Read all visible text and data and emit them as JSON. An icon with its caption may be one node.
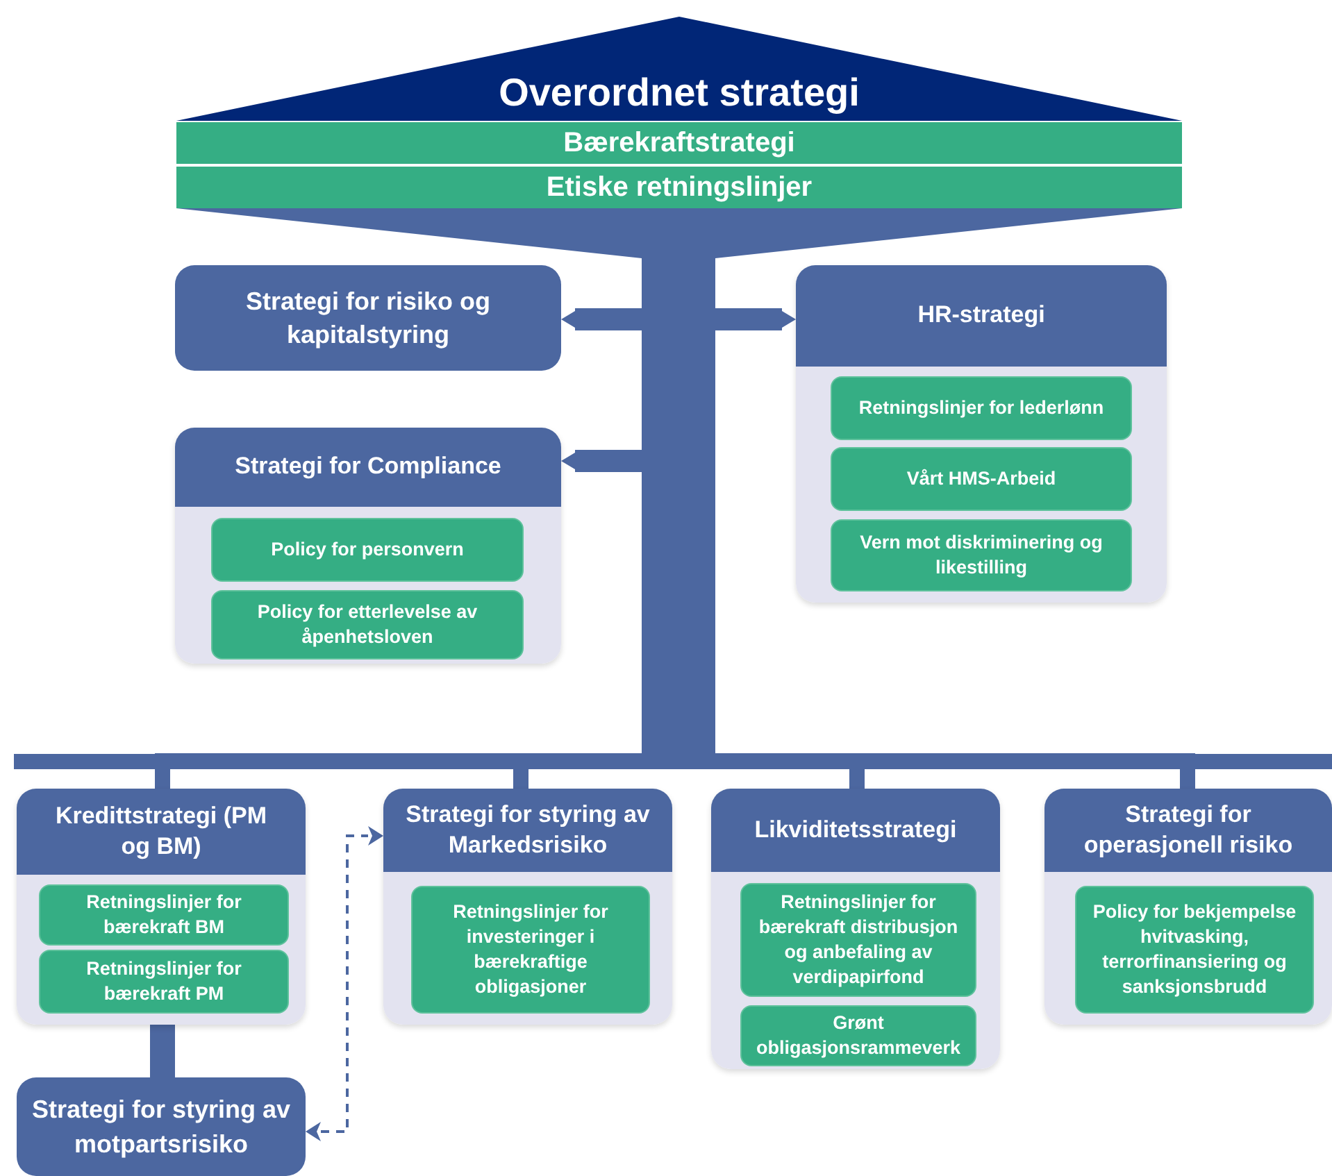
{
  "diagram": {
    "nodes": [
      {
        "text": [
          "Overordnet strategi"
        ]
      },
      {
        "text": [
          "Bærekraftstrategi"
        ]
      },
      {
        "text": [
          "Etiske retningslinjer"
        ]
      },
      {
        "text": [
          "Strategi for risiko og kapitalstyring"
        ]
      },
      {
        "text": [
          "HR-strategi"
        ]
      },
      {
        "text": [
          "Retningslinjer for lederlønn"
        ],
        "in": 4
      },
      {
        "text": [
          "Vårt HMS-Arbeid"
        ],
        "in": 4
      },
      {
        "text": [
          "Vern mot diskriminering og likestilling"
        ],
        "in": 4
      },
      {
        "text": [
          "Strategi for Compliance"
        ]
      },
      {
        "text": [
          "Policy for personvern"
        ],
        "in": 8
      },
      {
        "text": [
          "Policy for etterlevelse av åpenhetsloven"
        ],
        "in": 8
      },
      {
        "text": [
          "Kredittstrategi (PM og BM)"
        ]
      },
      {
        "text": [
          "Retningslinjer for bærekraft BM"
        ],
        "in": 11
      },
      {
        "text": [
          "Retningslinjer for bærekraft PM"
        ],
        "in": 11
      },
      {
        "text": [
          "Strategi for styring av Markedsrisiko"
        ]
      },
      {
        "text": [
          "Retningslinjer for investeringer i bærekraftige obligasjoner"
        ],
        "in": 14
      },
      {
        "text": [
          "Likviditetsstrategi"
        ]
      },
      {
        "text": [
          "Retningslinjer for bærekraft distribusjon og anbefaling av verdipapirfond"
        ],
        "in": 16
      },
      {
        "text": [
          "Grønt obligasjonsrammeverk"
        ],
        "in": 16
      },
      {
        "text": [
          "Strategi for operasjonell risiko"
        ]
      },
      {
        "text": [
          "Policy for bekjempelse hvitvasking, terrorfinansiering og sanksjonsbrudd"
        ],
        "in": 19
      },
      {
        "text": [
          "Strategi for styring av motpartsrisiko"
        ]
      }
    ],
    "edges": [
      {
        "from": 2,
        "to": 3,
        "arrow": "to"
      },
      {
        "from": 2,
        "to": 4,
        "arrow": "to"
      },
      {
        "from": 2,
        "to": 8,
        "arrow": "to"
      },
      {
        "from": 2,
        "to": 11,
        "arrow": "none"
      },
      {
        "from": 2,
        "to": 14,
        "arrow": "none"
      },
      {
        "from": 2,
        "to": 16,
        "arrow": "none"
      },
      {
        "from": 2,
        "to": 19,
        "arrow": "none"
      },
      {
        "from": 11,
        "to": 21,
        "arrow": "none"
      },
      {
        "from": 21,
        "to": 14,
        "arrow": "both",
        "style": "dashed"
      }
    ]
  }
}
